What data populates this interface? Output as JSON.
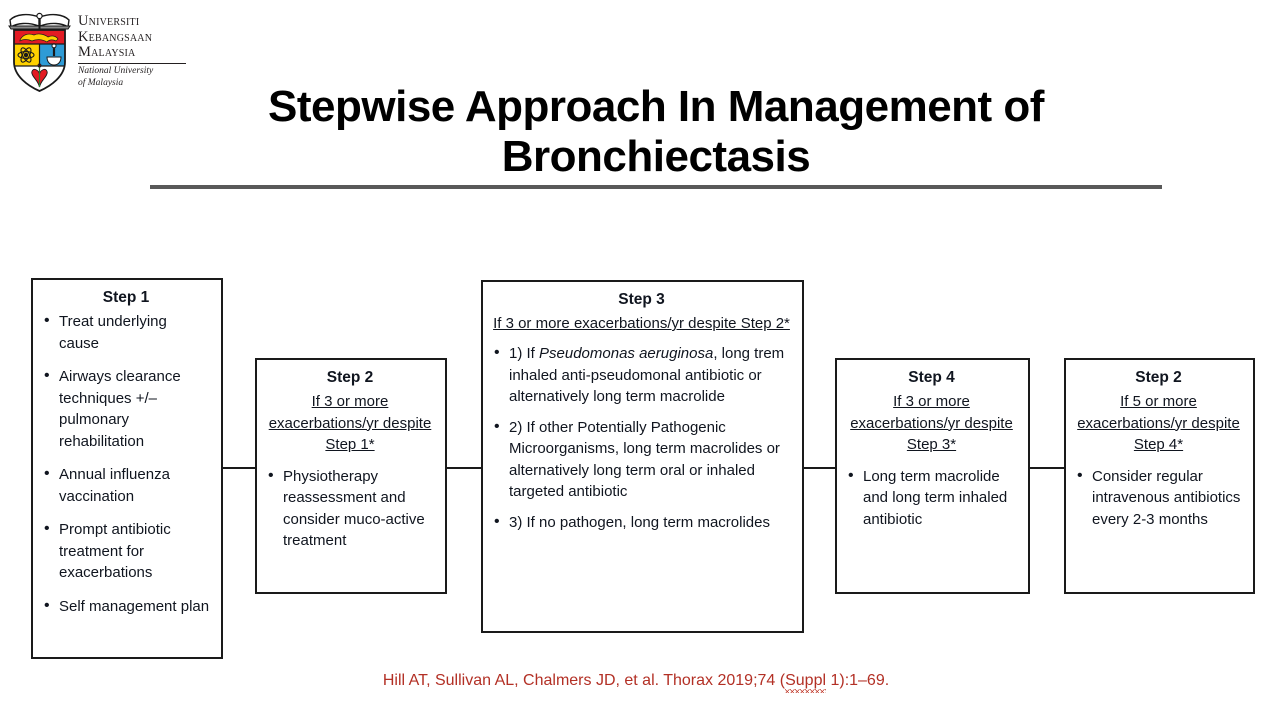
{
  "logo": {
    "crest_alt": "ukm-crest",
    "line1": "Universiti",
    "line2": "Kebangsaan",
    "line3": "Malaysia",
    "sub1": "National University",
    "sub2": "of Malaysia",
    "colors": {
      "red": "#e31b23",
      "yellow": "#ffd200",
      "blue": "#2e9bd6",
      "white": "#ffffff",
      "outline": "#1a1a1a"
    }
  },
  "title": {
    "text": "Stepwise Approach In Management of Bronchiectasis",
    "rule_color": "#595959"
  },
  "flow": {
    "boxes": [
      {
        "id": "step1",
        "title": "Step 1",
        "condition": "",
        "bullets": [
          "Treat underlying cause",
          "Airways clearance techniques +/– pulmonary rehabilitation",
          "Annual influenza vaccination",
          "Prompt antibiotic treatment for exacerbations",
          "Self management plan"
        ]
      },
      {
        "id": "step2",
        "title": "Step 2",
        "condition": "If 3 or more exacerbations/yr despite Step 1*",
        "bullets": [
          "Physiotherapy reassessment and consider muco-active treatment"
        ]
      },
      {
        "id": "step3",
        "title": "Step 3",
        "condition": "If 3 or more exacerbations/yr despite Step 2*",
        "bullets": [
          "1) If Pseudomonas aeruginosa, long trem inhaled anti-pseudomonal antibiotic or alternatively long term macrolide",
          "2) If other Potentially Pathogenic Microorganisms, long term macrolides or alternatively long term oral or inhaled targeted antibiotic",
          "3) If no pathogen, long term macrolides"
        ],
        "bullet1_prefix": "1) If ",
        "bullet1_italic": "Pseudomonas aeruginosa",
        "bullet1_suffix": ", long trem inhaled anti-pseudomonal antibiotic or alternatively long term macrolide"
      },
      {
        "id": "step4",
        "title": "Step 4",
        "condition": "If 3 or more exacerbations/yr despite Step 3*",
        "bullets": [
          "Long term macrolide and long term inhaled antibiotic"
        ]
      },
      {
        "id": "step5",
        "title": "Step 2",
        "condition": "If 5 or more exacerbations/yr despite Step 4*",
        "bullets": [
          "Consider regular intravenous antibiotics every 2-3 months"
        ]
      }
    ]
  },
  "citation": {
    "part1": "Hill AT, Sullivan AL, Chalmers JD, et al. Thorax 2019;74 (",
    "misspelled": "Suppl",
    "part2": " 1):1–69.",
    "color": "#b33025"
  }
}
